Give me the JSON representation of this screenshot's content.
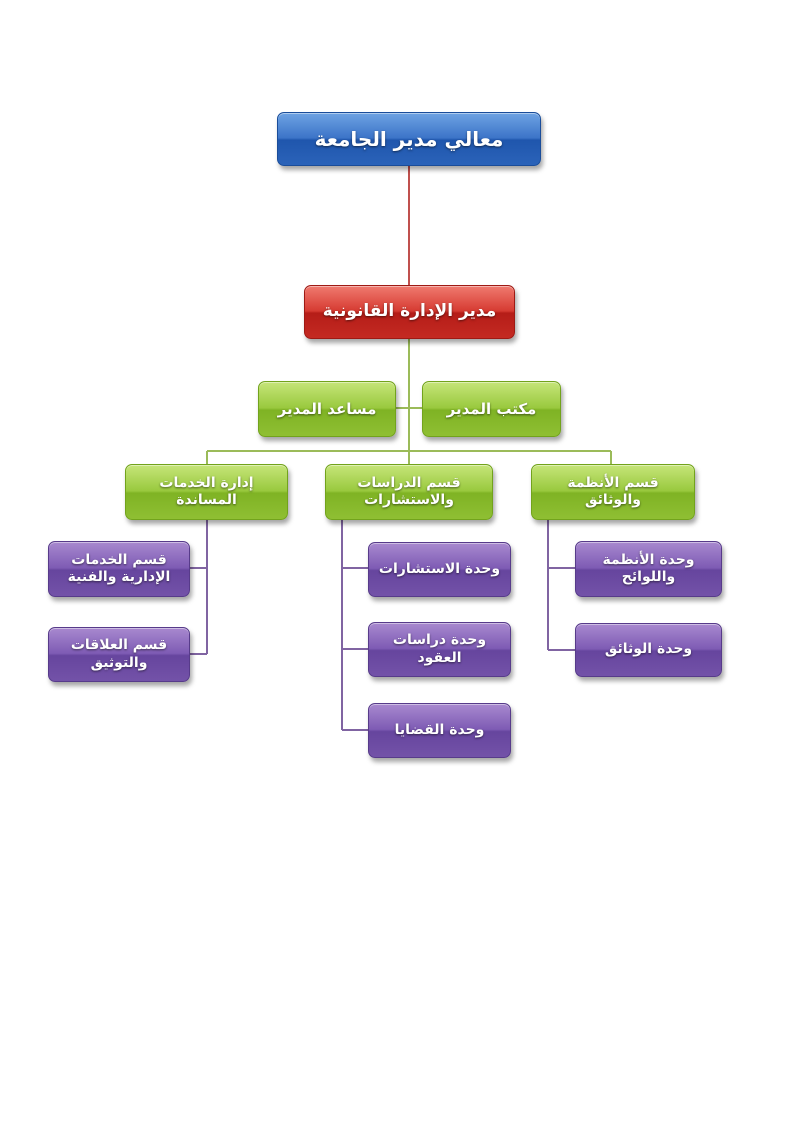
{
  "colors": {
    "top": "#2b63b9",
    "manager": "#c42a22",
    "section": "#8fbf33",
    "unit": "#7352a8",
    "line_red": "#c0504d",
    "line_green": "#9bbb59",
    "line_purple": "#8064a2"
  },
  "chart": {
    "president": "معالي مدير الجامعة",
    "legal_director": "مدير الإدارة القانونية",
    "director_office": "مكتب المدير",
    "assistant_director": "مساعد المدير",
    "dept_systems": "قسم الأنظمة والوثائق",
    "dept_studies": "قسم الدراسات والاستشارات",
    "dept_support": "إدارة الخدمات المساندة",
    "unit_regulations": "وحدة الأنظمة واللوائح",
    "unit_documents": "وحدة الوثائق",
    "unit_consultations": "وحدة الاستشارات",
    "unit_contracts": "وحدة دراسات العقود",
    "unit_cases": "وحدة القضايا",
    "section_admin_services": "قسم الخدمات الإدارية والفنية",
    "section_relations": "قسم العلاقات والتوثيق"
  }
}
